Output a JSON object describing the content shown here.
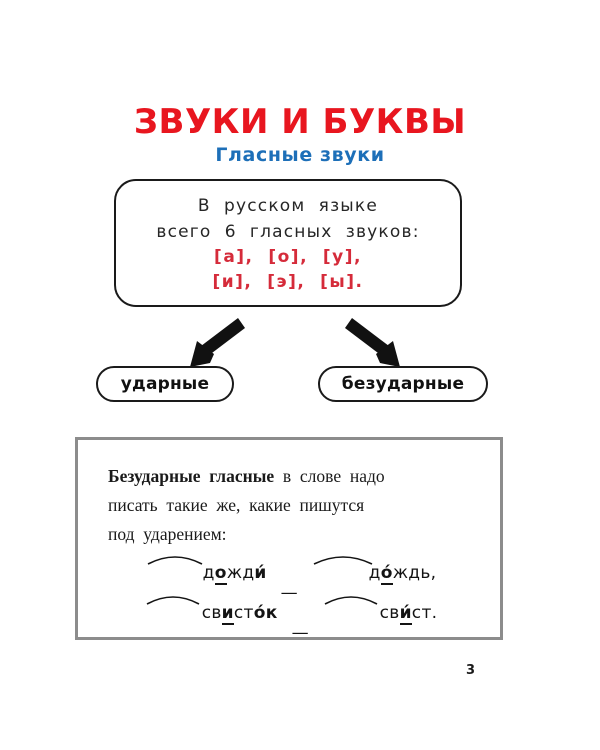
{
  "page": {
    "title": "ЗВУКИ И БУКВЫ",
    "subtitle": "Гласные  звуки",
    "page_number": "3",
    "colors": {
      "title_red": "#e8161f",
      "subtitle_blue": "#1d6fb8",
      "phoneme_red": "#d52b3a",
      "box_border": "#1a1a1a",
      "rule_box_border": "#8c8c8c",
      "text_black": "#1a1a1a"
    }
  },
  "vowel_box": {
    "line1": "В  русском  языке",
    "line2": "всего  6  гласных  звуков:",
    "phonemes_line1": "[а],  [о],  [у],",
    "phonemes_line2": "[и],  [э],  [ы].",
    "phoneme_list": [
      "[а]",
      "[о]",
      "[у]",
      "[и]",
      "[э]",
      "[ы]"
    ],
    "vowel_count": "6"
  },
  "branches": {
    "left_label": "ударные",
    "right_label": "безударные",
    "left_arrow_icon": "arrow-down-left-icon",
    "right_arrow_icon": "arrow-down-right-icon"
  },
  "rule_box": {
    "line1_bold": "Безударные  гласные",
    "line1_rest": "  в  слове  надо",
    "line2": "писать  такие  же,  какие  пишутся",
    "line3": "под  ударением:",
    "examples": [
      {
        "left": {
          "pre": "д",
          "vowel": "о",
          "post": "жд",
          "tail": "и́",
          "root_span": "дожд"
        },
        "dash": "—",
        "right": {
          "pre": "д",
          "vowel": "о́",
          "post": "ждь,",
          "root_span": "дождь"
        }
      },
      {
        "left": {
          "pre": "св",
          "vowel": "и",
          "post": "ст",
          "tail": "о́к",
          "root_span": "свист"
        },
        "dash": "—",
        "right": {
          "pre": "св",
          "vowel": "и́",
          "post": "ст.",
          "root_span": "свист"
        }
      }
    ]
  }
}
